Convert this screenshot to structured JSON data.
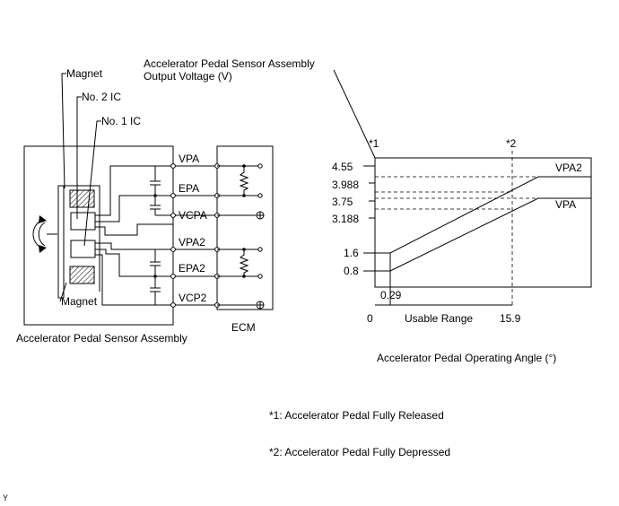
{
  "sensor_labels": {
    "magnet_top": "Magnet",
    "no2_ic": "No. 2 IC",
    "no1_ic": "No. 1 IC",
    "magnet_bottom": "Magnet",
    "assembly": "Accelerator Pedal Sensor Assembly",
    "ecm": "ECM"
  },
  "terminals": [
    "VPA",
    "EPA",
    "VCPA",
    "VPA2",
    "EPA2",
    "VCP2"
  ],
  "graph": {
    "y_title_line1": "Accelerator Pedal Sensor Assembly",
    "y_title_line2": "Output Voltage (V)",
    "x_title": "Accelerator Pedal Operating Angle (°)",
    "marker1": "*1",
    "marker2": "*2",
    "y_ticks": [
      "4.55",
      "3.988",
      "3.75",
      "3.188",
      "1.6",
      "0.8"
    ],
    "x_zero": "0",
    "x_start": "0.29",
    "x_end": "15.9",
    "usable_range": "Usable Range",
    "series_vpa2": "VPA2",
    "series_vpa": "VPA"
  },
  "chart_data": {
    "type": "line",
    "xlabel": "Accelerator Pedal Operating Angle (°)",
    "ylabel": "Accelerator Pedal Sensor Assembly Output Voltage (V)",
    "x_ticks": [
      0,
      0.29,
      15.9
    ],
    "y_ticks": [
      0.8,
      1.6,
      3.188,
      3.75,
      3.988,
      4.55
    ],
    "series": [
      {
        "name": "VPA2",
        "points": [
          [
            0,
            1.6
          ],
          [
            0.29,
            1.6
          ],
          [
            15.9,
            3.988
          ],
          [
            18.8,
            4.55
          ],
          [
            23,
            4.55
          ]
        ]
      },
      {
        "name": "VPA",
        "points": [
          [
            0,
            0.8
          ],
          [
            0.29,
            0.8
          ],
          [
            15.9,
            3.188
          ],
          [
            18.8,
            3.75
          ],
          [
            23,
            3.75
          ]
        ]
      }
    ]
  },
  "footnotes": {
    "note1": "*1: Accelerator Pedal Fully Released",
    "note2": "*2: Accelerator Pedal Fully Depressed"
  },
  "corner_mark": "Y"
}
